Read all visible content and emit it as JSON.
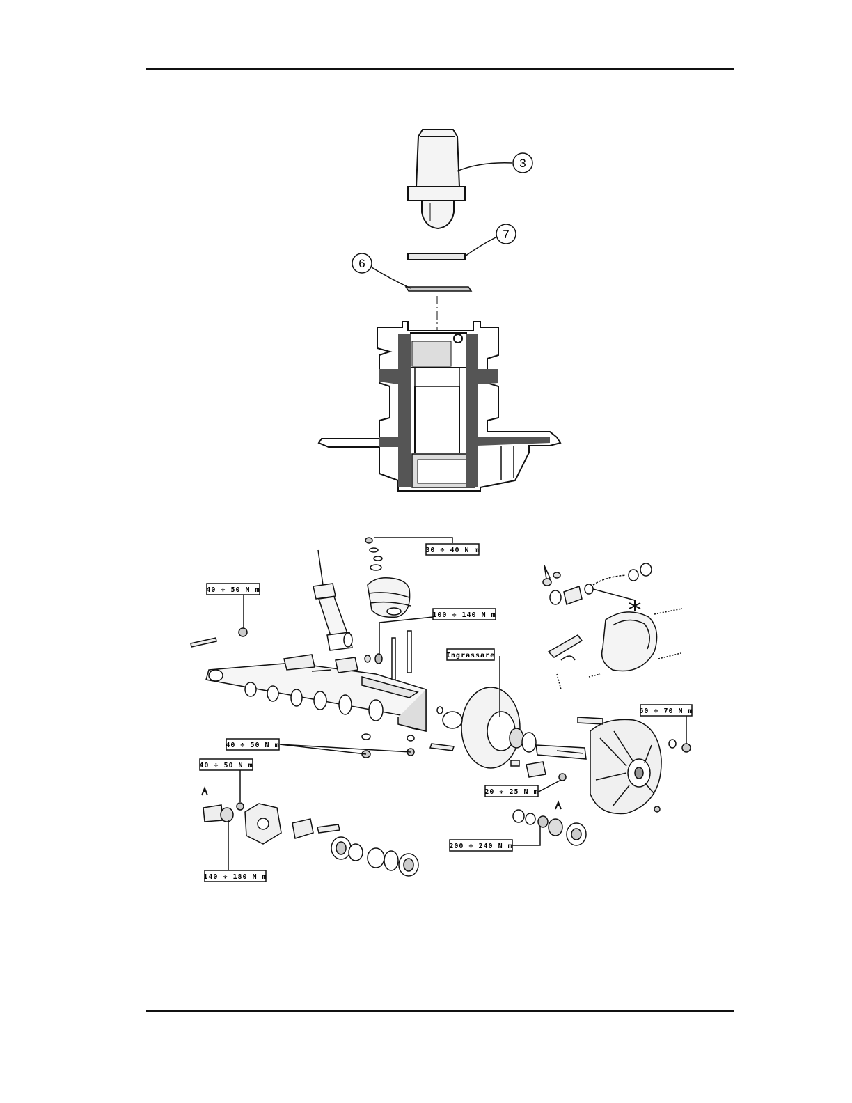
{
  "figure_top": {
    "callouts": [
      "3",
      "7",
      "6"
    ]
  },
  "figure_bottom": {
    "torque_labels": {
      "t1": "30 ÷ 40 N m",
      "t2": "40 ÷ 50 N m",
      "t3": "100 ÷ 140 N m",
      "t4": "Ingrassare",
      "t5": "60 ÷ 70 N m",
      "t6": "40 ÷ 50 N m",
      "t7": "40 ÷ 50 N m",
      "t8": "20 ÷ 25 N m",
      "t9": "200 ÷ 240 N m",
      "t10": "140 ÷ 180 N m"
    }
  }
}
